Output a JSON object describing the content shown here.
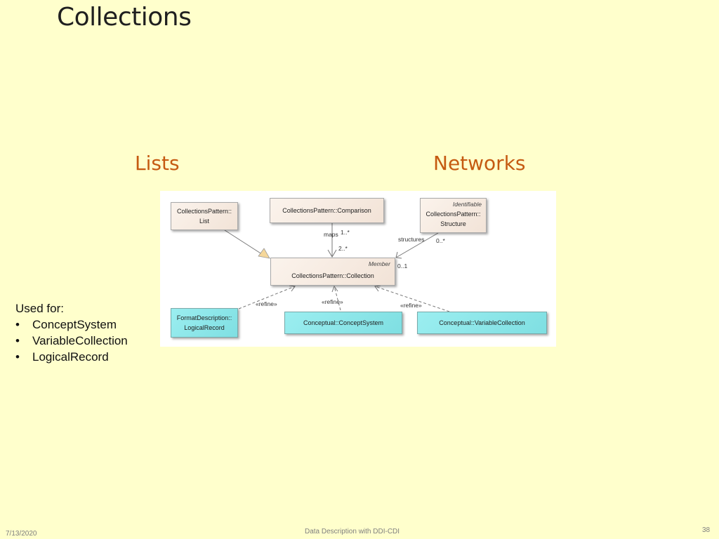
{
  "slide": {
    "title": "Collections",
    "heading_left": "Lists",
    "heading_right": "Networks"
  },
  "diagram": {
    "boxes": {
      "list": {
        "line1": "CollectionsPattern::",
        "line2": "List"
      },
      "comparison": {
        "line1": "CollectionsPattern::Comparison"
      },
      "structure": {
        "stereotype": "Identifiable",
        "line1": "CollectionsPattern::",
        "line2": "Structure"
      },
      "collection": {
        "stereotype": "Member",
        "line1": "CollectionsPattern::Collection"
      },
      "logical_record": {
        "line1": "FormatDescription::",
        "line2": "LogicalRecord"
      },
      "concept_system": {
        "line1": "Conceptual::ConceptSystem"
      },
      "variable_collection": {
        "line1": "Conceptual::VariableCollection"
      }
    },
    "labels": {
      "maps": "maps",
      "maps_mult": "1..*",
      "maps_target_mult": "2..*",
      "structures": "structures",
      "structures_mult": "0..*",
      "collection_mult": "0..1",
      "refine_left": "«refine»",
      "refine_center": "«refine»",
      "refine_right": "«refine»"
    },
    "colors": {
      "class_fill": "#f2e3d7",
      "highlight_fill": "#7fdfe2"
    }
  },
  "used_for": {
    "heading": "Used for:",
    "items": [
      "ConceptSystem",
      "VariableCollection",
      "LogicalRecord"
    ]
  },
  "footer": {
    "date": "7/13/2020",
    "center": "Data Description with DDI-CDI",
    "page": "38"
  }
}
